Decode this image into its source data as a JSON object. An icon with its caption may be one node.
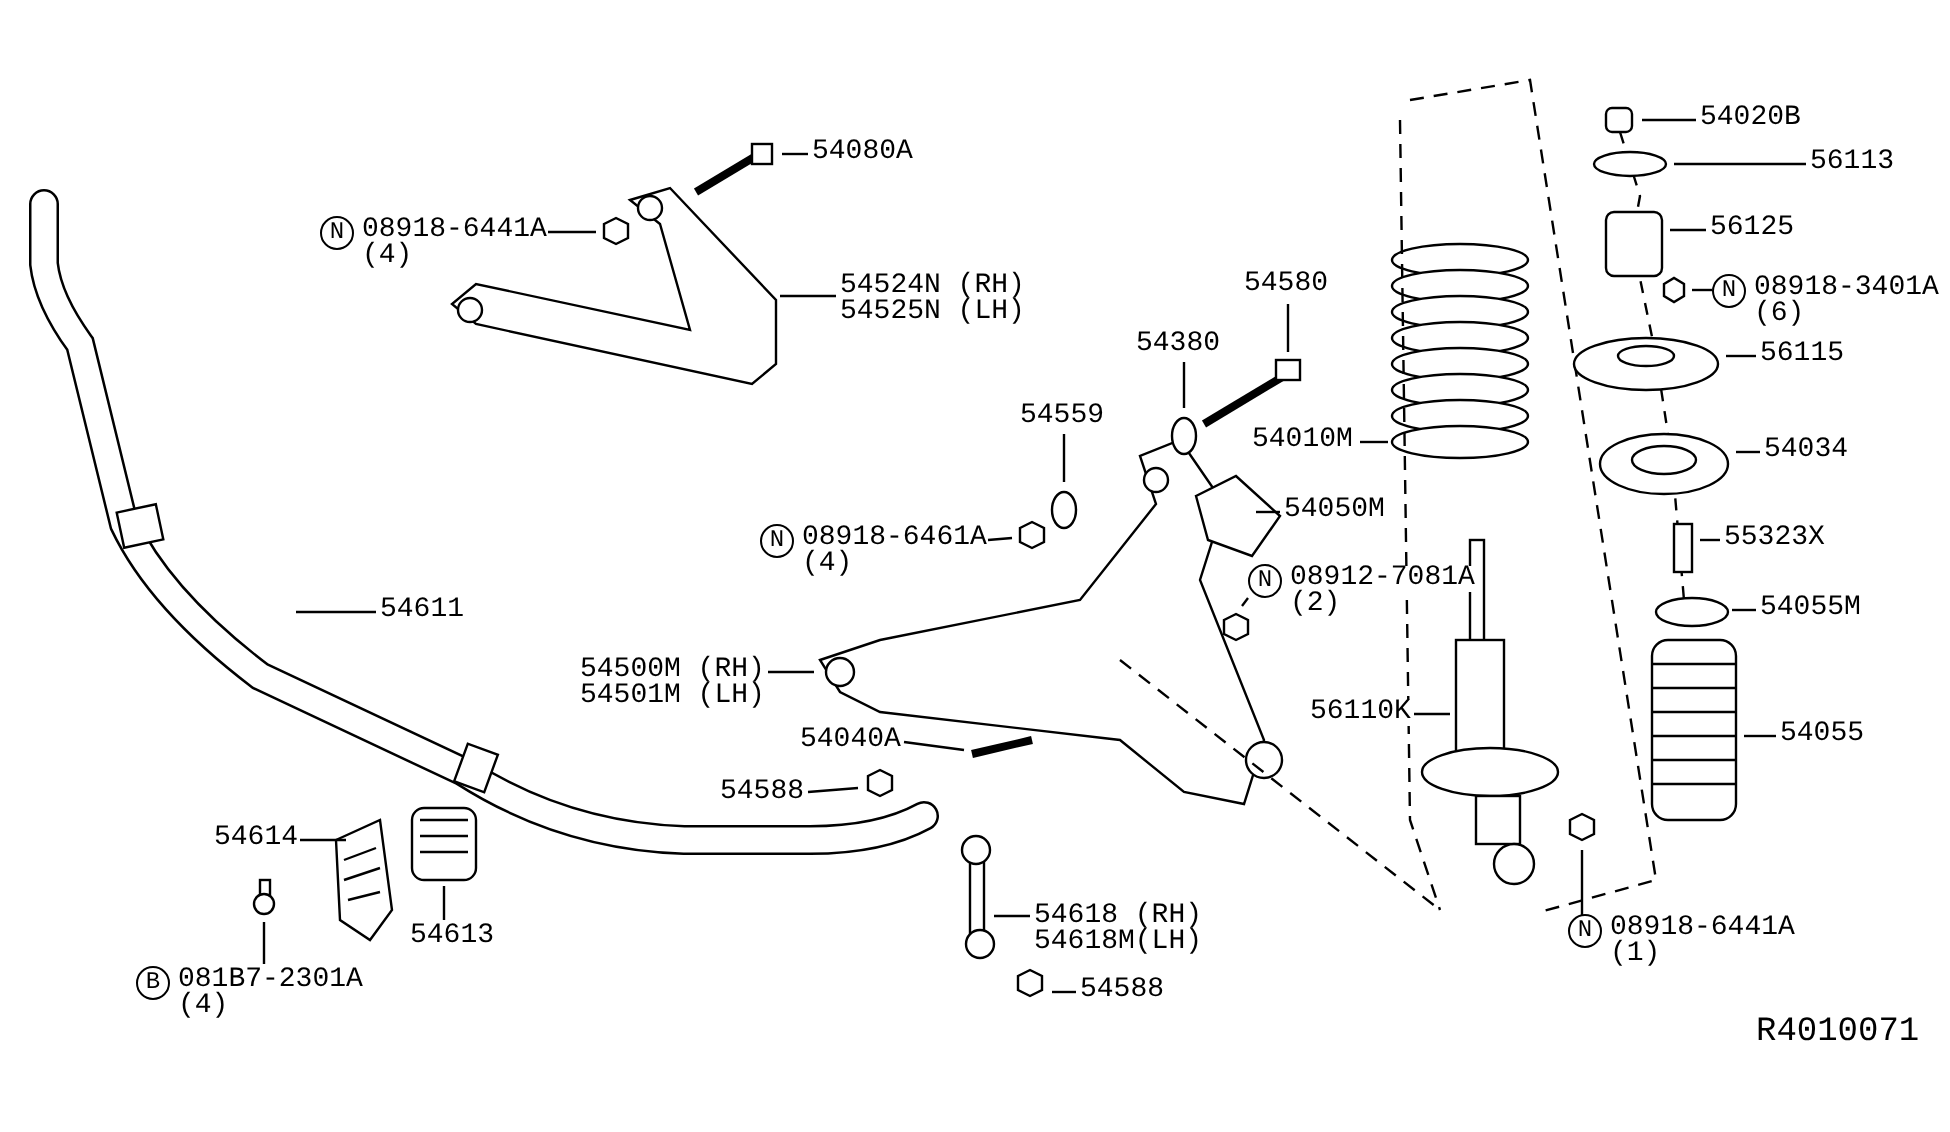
{
  "diagram": {
    "nodes": [
      {
        "text": [
          "54080A"
        ]
      },
      {
        "text": [
          "N",
          "08918-6441A",
          "(4)"
        ]
      },
      {
        "text": [
          "54524N (RH)",
          "54525N (LH)"
        ]
      },
      {
        "text": [
          "54580"
        ]
      },
      {
        "text": [
          "54380"
        ]
      },
      {
        "text": [
          "54010M"
        ]
      },
      {
        "text": [
          "54559"
        ]
      },
      {
        "text": [
          "54050M"
        ]
      },
      {
        "text": [
          "N",
          "08918-6461A",
          "(4)"
        ]
      },
      {
        "text": [
          "N",
          "08912-7081A",
          "(2)"
        ]
      },
      {
        "text": [
          "54611"
        ]
      },
      {
        "text": [
          "54500M (RH)",
          "54501M (LH)"
        ]
      },
      {
        "text": [
          "54040A"
        ]
      },
      {
        "text": [
          "56110K"
        ]
      },
      {
        "text": [
          "54588"
        ]
      },
      {
        "text": [
          "54614"
        ]
      },
      {
        "text": [
          "54613"
        ]
      },
      {
        "text": [
          "54618 (RH)",
          "54618M(LH)"
        ]
      },
      {
        "text": [
          "B",
          "081B7-2301A",
          "(4)"
        ]
      },
      {
        "text": [
          "54588"
        ]
      },
      {
        "text": [
          "N",
          "08918-6441A",
          "(1)"
        ]
      },
      {
        "text": [
          "54020B"
        ]
      },
      {
        "text": [
          "56113"
        ]
      },
      {
        "text": [
          "56125"
        ]
      },
      {
        "text": [
          "N",
          "08918-3401A",
          "(6)"
        ]
      },
      {
        "text": [
          "56115"
        ]
      },
      {
        "text": [
          "54034"
        ]
      },
      {
        "text": [
          "55323X"
        ]
      },
      {
        "text": [
          "54055M"
        ]
      },
      {
        "text": [
          "54055"
        ]
      }
    ],
    "edges": [
      {
        "from": 0,
        "to": null,
        "arrow": "none"
      },
      {
        "from": 1,
        "to": null,
        "arrow": "none"
      },
      {
        "from": 2,
        "to": null,
        "arrow": "none"
      },
      {
        "from": 3,
        "to": null,
        "arrow": "none"
      },
      {
        "from": 4,
        "to": null,
        "arrow": "none"
      },
      {
        "from": 5,
        "to": null,
        "arrow": "none"
      },
      {
        "from": 6,
        "to": null,
        "arrow": "none"
      },
      {
        "from": 7,
        "to": null,
        "arrow": "none"
      },
      {
        "from": 8,
        "to": null,
        "arrow": "none"
      },
      {
        "from": 9,
        "to": null,
        "arrow": "none"
      },
      {
        "from": 10,
        "to": null,
        "arrow": "none"
      },
      {
        "from": 11,
        "to": null,
        "arrow": "none"
      },
      {
        "from": 12,
        "to": null,
        "arrow": "none"
      },
      {
        "from": 13,
        "to": null,
        "arrow": "none"
      },
      {
        "from": 14,
        "to": null,
        "arrow": "none"
      },
      {
        "from": 15,
        "to": null,
        "arrow": "none"
      },
      {
        "from": 16,
        "to": null,
        "arrow": "none"
      },
      {
        "from": 17,
        "to": null,
        "arrow": "none"
      },
      {
        "from": 18,
        "to": null,
        "arrow": "none"
      },
      {
        "from": 19,
        "to": null,
        "arrow": "none"
      },
      {
        "from": 20,
        "to": null,
        "arrow": "none"
      },
      {
        "from": 21,
        "to": null,
        "arrow": "none"
      },
      {
        "from": 22,
        "to": null,
        "arrow": "none"
      },
      {
        "from": 23,
        "to": null,
        "arrow": "none"
      },
      {
        "from": 24,
        "to": null,
        "arrow": "none"
      },
      {
        "from": 25,
        "to": null,
        "arrow": "none"
      },
      {
        "from": 26,
        "to": null,
        "arrow": "none"
      },
      {
        "from": 27,
        "to": null,
        "arrow": "none"
      },
      {
        "from": 28,
        "to": null,
        "arrow": "none"
      },
      {
        "from": 29,
        "to": null,
        "arrow": "none"
      }
    ],
    "labels": [
      "R4010071"
    ]
  }
}
